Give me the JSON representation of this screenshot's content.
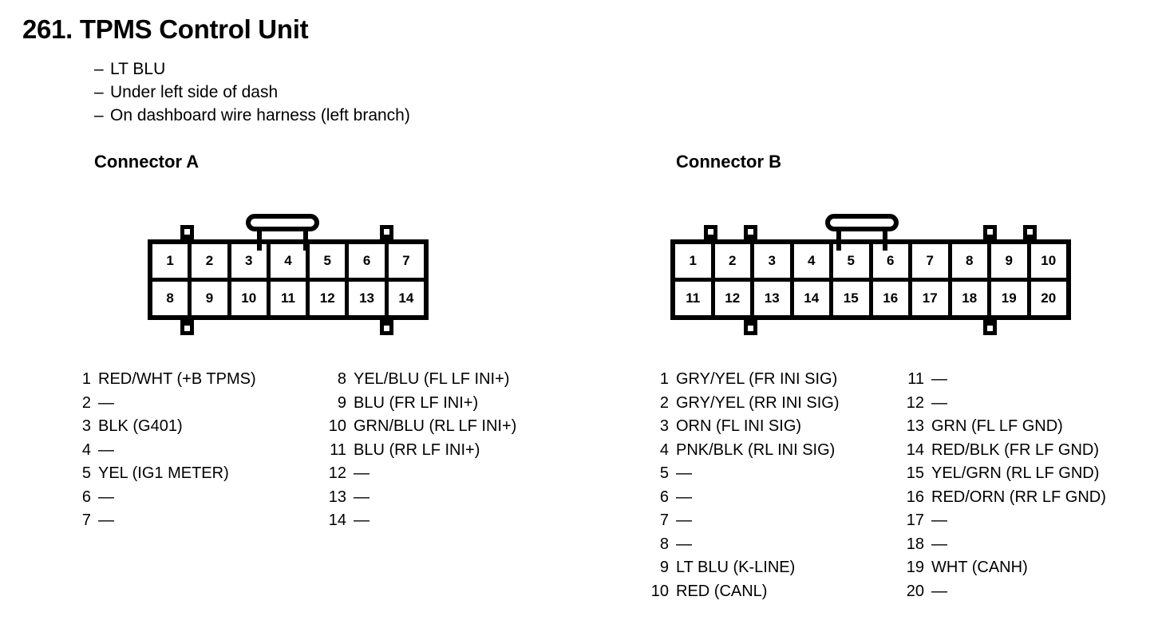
{
  "page_title": "261. TPMS Control Unit",
  "notes": [
    "LT BLU",
    "Under left side of dash",
    "On dashboard wire harness (left branch)"
  ],
  "note_dash": "–",
  "empty_pin": "—",
  "connectors": [
    {
      "heading": "Connector A",
      "pin_count": 14,
      "top_row": [
        "1",
        "2",
        "3",
        "4",
        "5",
        "6",
        "7"
      ],
      "bottom_row": [
        "8",
        "9",
        "10",
        "11",
        "12",
        "13",
        "14"
      ],
      "pins_left": [
        {
          "num": "1",
          "desc": "RED/WHT (+B TPMS)"
        },
        {
          "num": "2",
          "desc": "—"
        },
        {
          "num": "3",
          "desc": "BLK (G401)"
        },
        {
          "num": "4",
          "desc": "—"
        },
        {
          "num": "5",
          "desc": "YEL (IG1 METER)"
        },
        {
          "num": "6",
          "desc": "—"
        },
        {
          "num": "7",
          "desc": "—"
        }
      ],
      "pins_right": [
        {
          "num": "8",
          "desc": "YEL/BLU (FL LF INI+)"
        },
        {
          "num": "9",
          "desc": "BLU (FR LF INI+)"
        },
        {
          "num": "10",
          "desc": "GRN/BLU (RL LF INI+)"
        },
        {
          "num": "11",
          "desc": "BLU (RR LF INI+)"
        },
        {
          "num": "12",
          "desc": "—"
        },
        {
          "num": "13",
          "desc": "—"
        },
        {
          "num": "14",
          "desc": "—"
        }
      ]
    },
    {
      "heading": "Connector B",
      "pin_count": 20,
      "top_row": [
        "1",
        "2",
        "3",
        "4",
        "5",
        "6",
        "7",
        "8",
        "9",
        "10"
      ],
      "bottom_row": [
        "11",
        "12",
        "13",
        "14",
        "15",
        "16",
        "17",
        "18",
        "19",
        "20"
      ],
      "pins_left": [
        {
          "num": "1",
          "desc": "GRY/YEL (FR INI SIG)"
        },
        {
          "num": "2",
          "desc": "GRY/YEL (RR INI SIG)"
        },
        {
          "num": "3",
          "desc": "ORN (FL INI SIG)"
        },
        {
          "num": "4",
          "desc": "PNK/BLK (RL INI SIG)"
        },
        {
          "num": "5",
          "desc": "—"
        },
        {
          "num": "6",
          "desc": "—"
        },
        {
          "num": "7",
          "desc": "—"
        },
        {
          "num": "8",
          "desc": "—"
        },
        {
          "num": "9",
          "desc": "LT BLU (K-LINE)"
        },
        {
          "num": "10",
          "desc": "RED (CANL)"
        }
      ],
      "pins_right": [
        {
          "num": "11",
          "desc": "—"
        },
        {
          "num": "12",
          "desc": "—"
        },
        {
          "num": "13",
          "desc": "GRN (FL LF GND)"
        },
        {
          "num": "14",
          "desc": "RED/BLK (FR LF GND)"
        },
        {
          "num": "15",
          "desc": "YEL/GRN (RL LF GND)"
        },
        {
          "num": "16",
          "desc": "RED/ORN (RR LF GND)"
        },
        {
          "num": "17",
          "desc": "—"
        },
        {
          "num": "18",
          "desc": "—"
        },
        {
          "num": "19",
          "desc": "WHT (CANH)"
        },
        {
          "num": "20",
          "desc": "—"
        }
      ]
    }
  ],
  "colors": {
    "ink": "#000000",
    "paper": "#ffffff"
  }
}
